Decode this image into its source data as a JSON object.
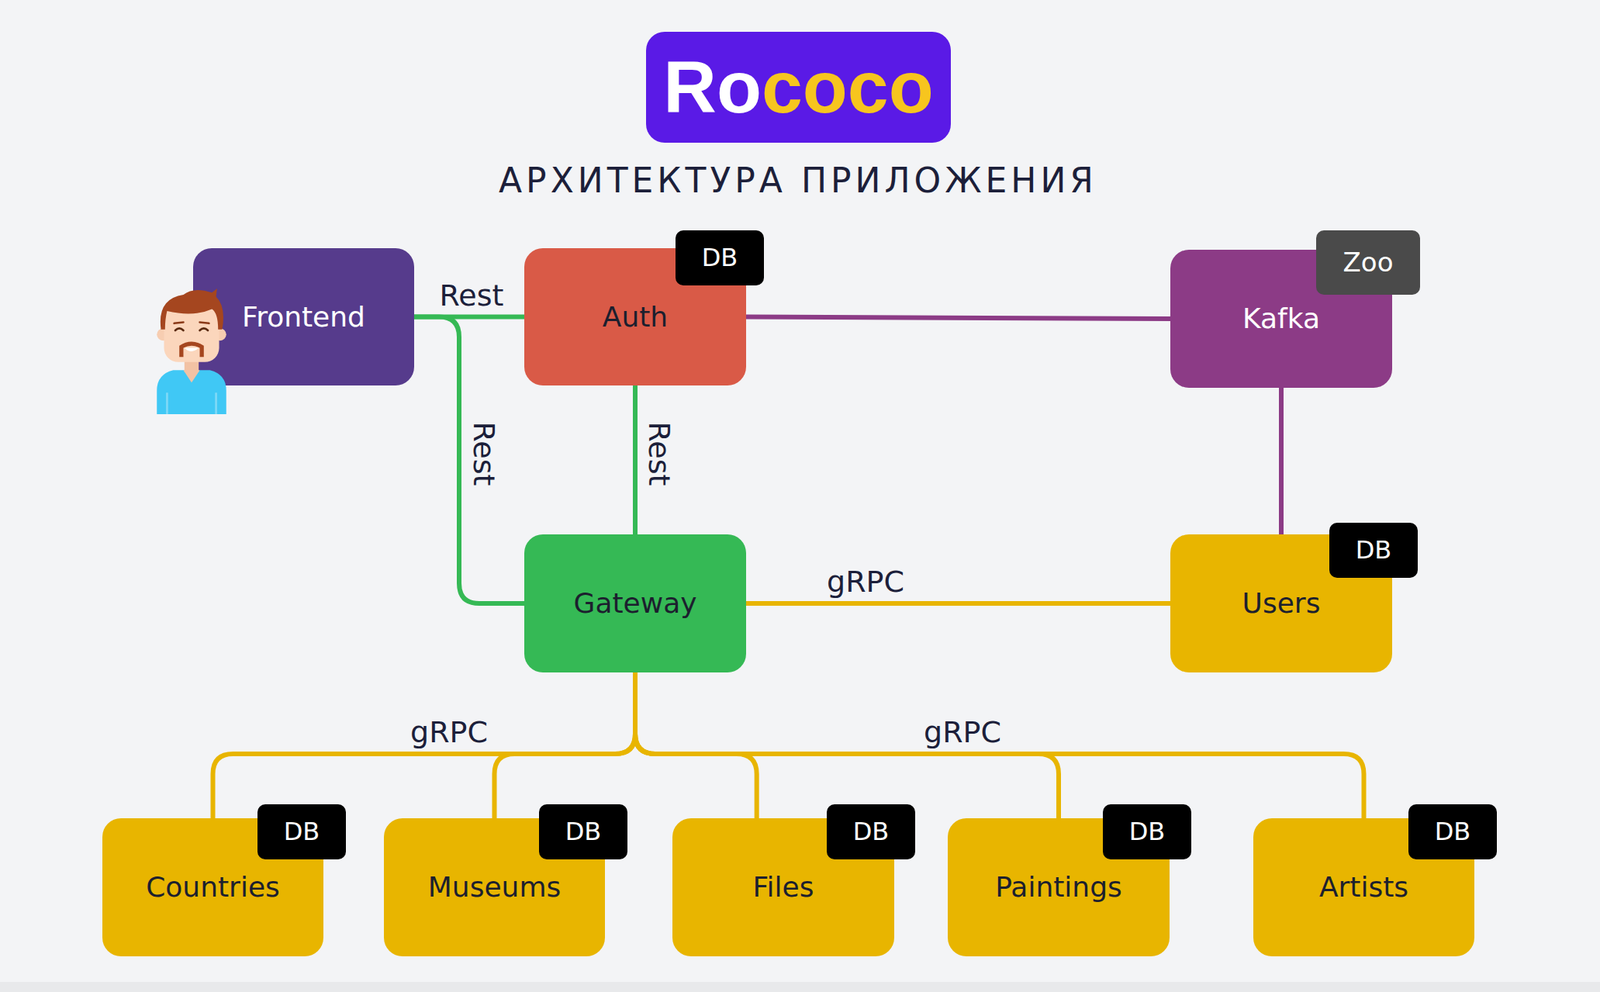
{
  "diagram": {
    "title": "АРХИТЕКТУРА ПРИЛОЖЕНИЯ",
    "nodes": [
      {
        "text": [
          "Ro",
          "coco"
        ]
      },
      {
        "text": [
          "Frontend"
        ]
      },
      {
        "text": [
          "Auth"
        ]
      },
      {
        "text": [
          "DB"
        ],
        "in": 2
      },
      {
        "text": [
          "Kafka"
        ]
      },
      {
        "text": [
          "Zoo"
        ],
        "in": 4
      },
      {
        "text": [
          "Gateway"
        ]
      },
      {
        "text": [
          "Users"
        ]
      },
      {
        "text": [
          "DB"
        ],
        "in": 7
      },
      {
        "text": [
          "Countries"
        ]
      },
      {
        "text": [
          "DB"
        ],
        "in": 9
      },
      {
        "text": [
          "Museums"
        ]
      },
      {
        "text": [
          "DB"
        ],
        "in": 11
      },
      {
        "text": [
          "Files"
        ]
      },
      {
        "text": [
          "DB"
        ],
        "in": 13
      },
      {
        "text": [
          "Paintings"
        ]
      },
      {
        "text": [
          "DB"
        ],
        "in": 15
      },
      {
        "text": [
          "Artists"
        ]
      },
      {
        "text": [
          "DB"
        ],
        "in": 17
      }
    ],
    "edges": [
      {
        "from": 1,
        "to": 2,
        "label": "Rest",
        "arrow": "none"
      },
      {
        "from": 1,
        "to": 6,
        "label": "Rest",
        "arrow": "none"
      },
      {
        "from": 2,
        "to": 6,
        "label": "Rest",
        "arrow": "none"
      },
      {
        "from": 2,
        "to": 4,
        "arrow": "none"
      },
      {
        "from": 4,
        "to": 7,
        "arrow": "none"
      },
      {
        "from": 6,
        "to": 7,
        "label": "gRPC",
        "arrow": "none"
      },
      {
        "from": 6,
        "to": 9,
        "label": "gRPC",
        "arrow": "none"
      },
      {
        "from": 6,
        "to": 11,
        "arrow": "none"
      },
      {
        "from": 6,
        "to": 13,
        "arrow": "none"
      },
      {
        "from": 6,
        "to": 15,
        "label": "gRPC",
        "arrow": "none"
      },
      {
        "from": 6,
        "to": 17,
        "arrow": "none"
      }
    ]
  }
}
